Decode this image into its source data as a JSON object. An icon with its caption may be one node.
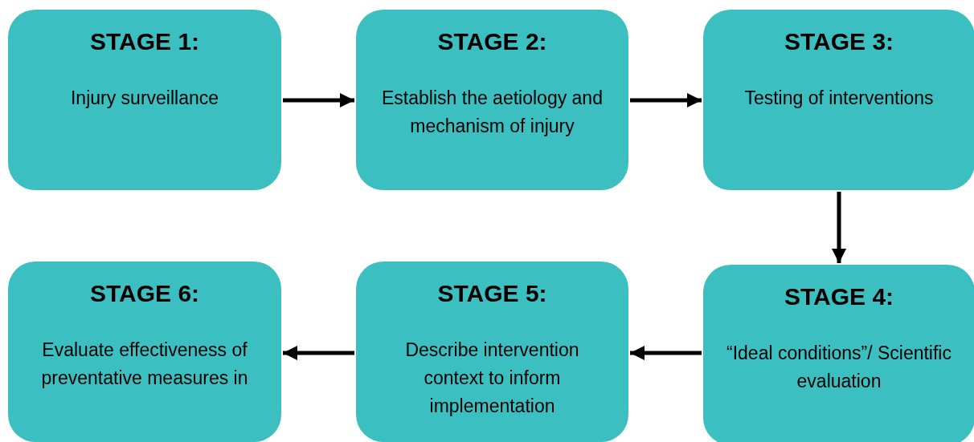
{
  "diagram": {
    "nodes": [
      {
        "text": [
          "STAGE 1:",
          "Injury surveillance"
        ]
      },
      {
        "text": [
          "STAGE 2:",
          "Establish the aetiology and mechanism of injury"
        ]
      },
      {
        "text": [
          "STAGE 3:",
          "Testing of interventions"
        ]
      },
      {
        "text": [
          "STAGE 4:",
          "“Ideal conditions”/ Scientific evaluation"
        ]
      },
      {
        "text": [
          "STAGE 5:",
          "Describe intervention context to inform implementation"
        ]
      },
      {
        "text": [
          "STAGE 6:",
          "Evaluate effectiveness of preventative measures in"
        ]
      }
    ],
    "edges": [
      {
        "from": 0,
        "to": 1,
        "arrow": "to"
      },
      {
        "from": 1,
        "to": 2,
        "arrow": "to"
      },
      {
        "from": 2,
        "to": 3,
        "arrow": "to"
      },
      {
        "from": 3,
        "to": 4,
        "arrow": "to"
      },
      {
        "from": 4,
        "to": 5,
        "arrow": "to"
      }
    ]
  }
}
